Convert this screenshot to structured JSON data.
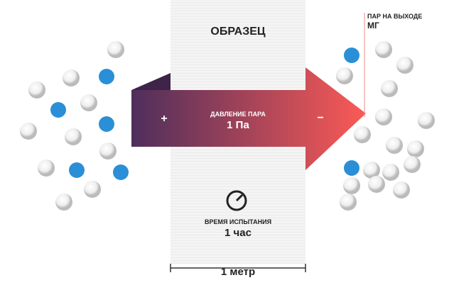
{
  "sample_title": "ОБРАЗЕЦ",
  "pressure": {
    "label": "ДАВЛЕНИЕ ПАРА",
    "value": "1 Па",
    "plus": "+",
    "minus": "−"
  },
  "output": {
    "label": "ПАР НА ВЫХОДЕ",
    "unit": "МГ"
  },
  "test_time": {
    "label": "ВРЕМЯ ИСПЫТАНИЯ",
    "value": "1 час"
  },
  "distance": "1 метр",
  "colors": {
    "arrow_start": "#4e2e5c",
    "arrow_end": "#fb5a55",
    "blue": "#2a8fd6"
  }
}
